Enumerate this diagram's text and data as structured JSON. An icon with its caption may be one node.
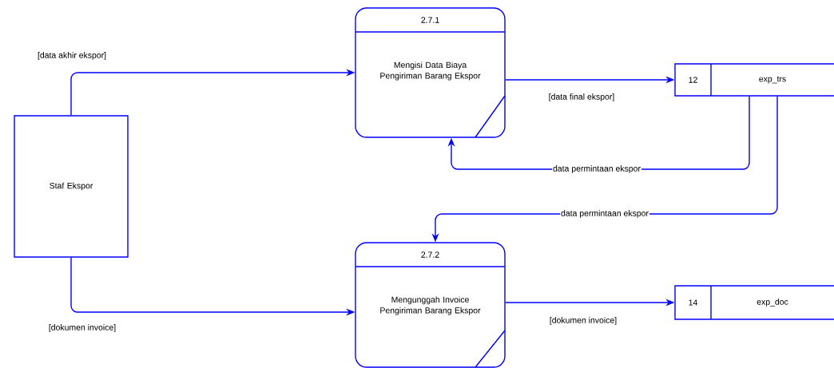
{
  "diagram": {
    "nodes": [
      {
        "text": [
          "Staf Ekspor"
        ]
      },
      {
        "text": [
          "2.7.1",
          "Mengisi Data Biaya Pengiriman Barang Ekspor"
        ]
      },
      {
        "text": [
          "12",
          "exp_trs"
        ]
      },
      {
        "text": [
          "2.7.2",
          "Mengunggah Invoice Pengiriman Barang Ekspor"
        ]
      },
      {
        "text": [
          "14",
          "exp_doc"
        ]
      }
    ],
    "edges": [
      {
        "from": 0,
        "to": 1,
        "arrow": "to",
        "label": "[data akhir ekspor]"
      },
      {
        "from": 1,
        "to": 2,
        "arrow": "to",
        "label": "[data final ekspor]"
      },
      {
        "from": 2,
        "to": 1,
        "arrow": "to",
        "label": "data permintaan ekspor"
      },
      {
        "from": 2,
        "to": 3,
        "arrow": "to",
        "label": "data permintaan ekspor"
      },
      {
        "from": 0,
        "to": 3,
        "arrow": "to",
        "label": "[dokumen invoice]"
      },
      {
        "from": 3,
        "to": 4,
        "arrow": "to",
        "label": "[dokumen invoice]"
      }
    ]
  }
}
